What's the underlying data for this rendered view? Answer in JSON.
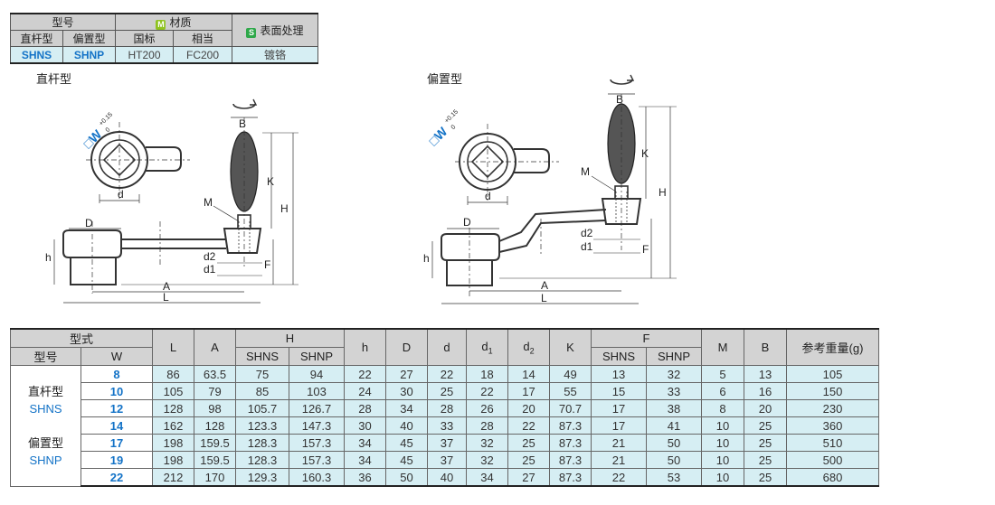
{
  "spec_table": {
    "model_label": "型号",
    "material_label": "材质",
    "material_badge": "M",
    "surface_label": "表面处理",
    "surface_badge": "S",
    "straight_label": "直杆型",
    "offset_label": "偏置型",
    "national_label": "国标",
    "equivalent_label": "相当",
    "straight_code": "SHNS",
    "offset_code": "SHNP",
    "national_value": "HT200",
    "equivalent_value": "FC200",
    "surface_value": "镀铬"
  },
  "drawings": {
    "straight_caption": "直杆型",
    "offset_caption": "偏置型",
    "labels": {
      "B": "B",
      "K": "K",
      "H": "H",
      "M": "M",
      "D": "D",
      "d": "d",
      "d2": "d2",
      "d1": "d1",
      "A": "A",
      "L": "L",
      "F": "F",
      "h": "h",
      "W": "□W",
      "tol_top": "+0.15",
      "tol_bottom": "0"
    }
  },
  "dims_table": {
    "header": {
      "type_label": "型式",
      "model_label": "型号",
      "W": "W",
      "L": "L",
      "A": "A",
      "H": "H",
      "H_shns": "SHNS",
      "H_shnp": "SHNP",
      "h": "h",
      "D": "D",
      "d": "d",
      "d1": "d",
      "d1_sub": "1",
      "d2": "d",
      "d2_sub": "2",
      "K": "K",
      "F": "F",
      "F_shns": "SHNS",
      "F_shnp": "SHNP",
      "M": "M",
      "B": "B",
      "weight": "参考重量(g)"
    },
    "groups": {
      "straight_label": "直杆型",
      "straight_code": "SHNS",
      "offset_label": "偏置型",
      "offset_code": "SHNP"
    },
    "rows": [
      [
        "8",
        "86",
        "63.5",
        "75",
        "94",
        "22",
        "27",
        "22",
        "18",
        "14",
        "49",
        "13",
        "32",
        "5",
        "13",
        "105"
      ],
      [
        "10",
        "105",
        "79",
        "85",
        "103",
        "24",
        "30",
        "25",
        "22",
        "17",
        "55",
        "15",
        "33",
        "6",
        "16",
        "150"
      ],
      [
        "12",
        "128",
        "98",
        "105.7",
        "126.7",
        "28",
        "34",
        "28",
        "26",
        "20",
        "70.7",
        "17",
        "38",
        "8",
        "20",
        "230"
      ],
      [
        "14",
        "162",
        "128",
        "123.3",
        "147.3",
        "30",
        "40",
        "33",
        "28",
        "22",
        "87.3",
        "17",
        "41",
        "10",
        "25",
        "360"
      ],
      [
        "17",
        "198",
        "159.5",
        "128.3",
        "157.3",
        "34",
        "45",
        "37",
        "32",
        "25",
        "87.3",
        "21",
        "50",
        "10",
        "25",
        "510"
      ],
      [
        "19",
        "198",
        "159.5",
        "128.3",
        "157.3",
        "34",
        "45",
        "37",
        "32",
        "25",
        "87.3",
        "21",
        "50",
        "10",
        "25",
        "500"
      ],
      [
        "22",
        "212",
        "170",
        "129.3",
        "160.3",
        "36",
        "50",
        "40",
        "34",
        "27",
        "87.3",
        "22",
        "53",
        "10",
        "25",
        "680"
      ]
    ]
  }
}
